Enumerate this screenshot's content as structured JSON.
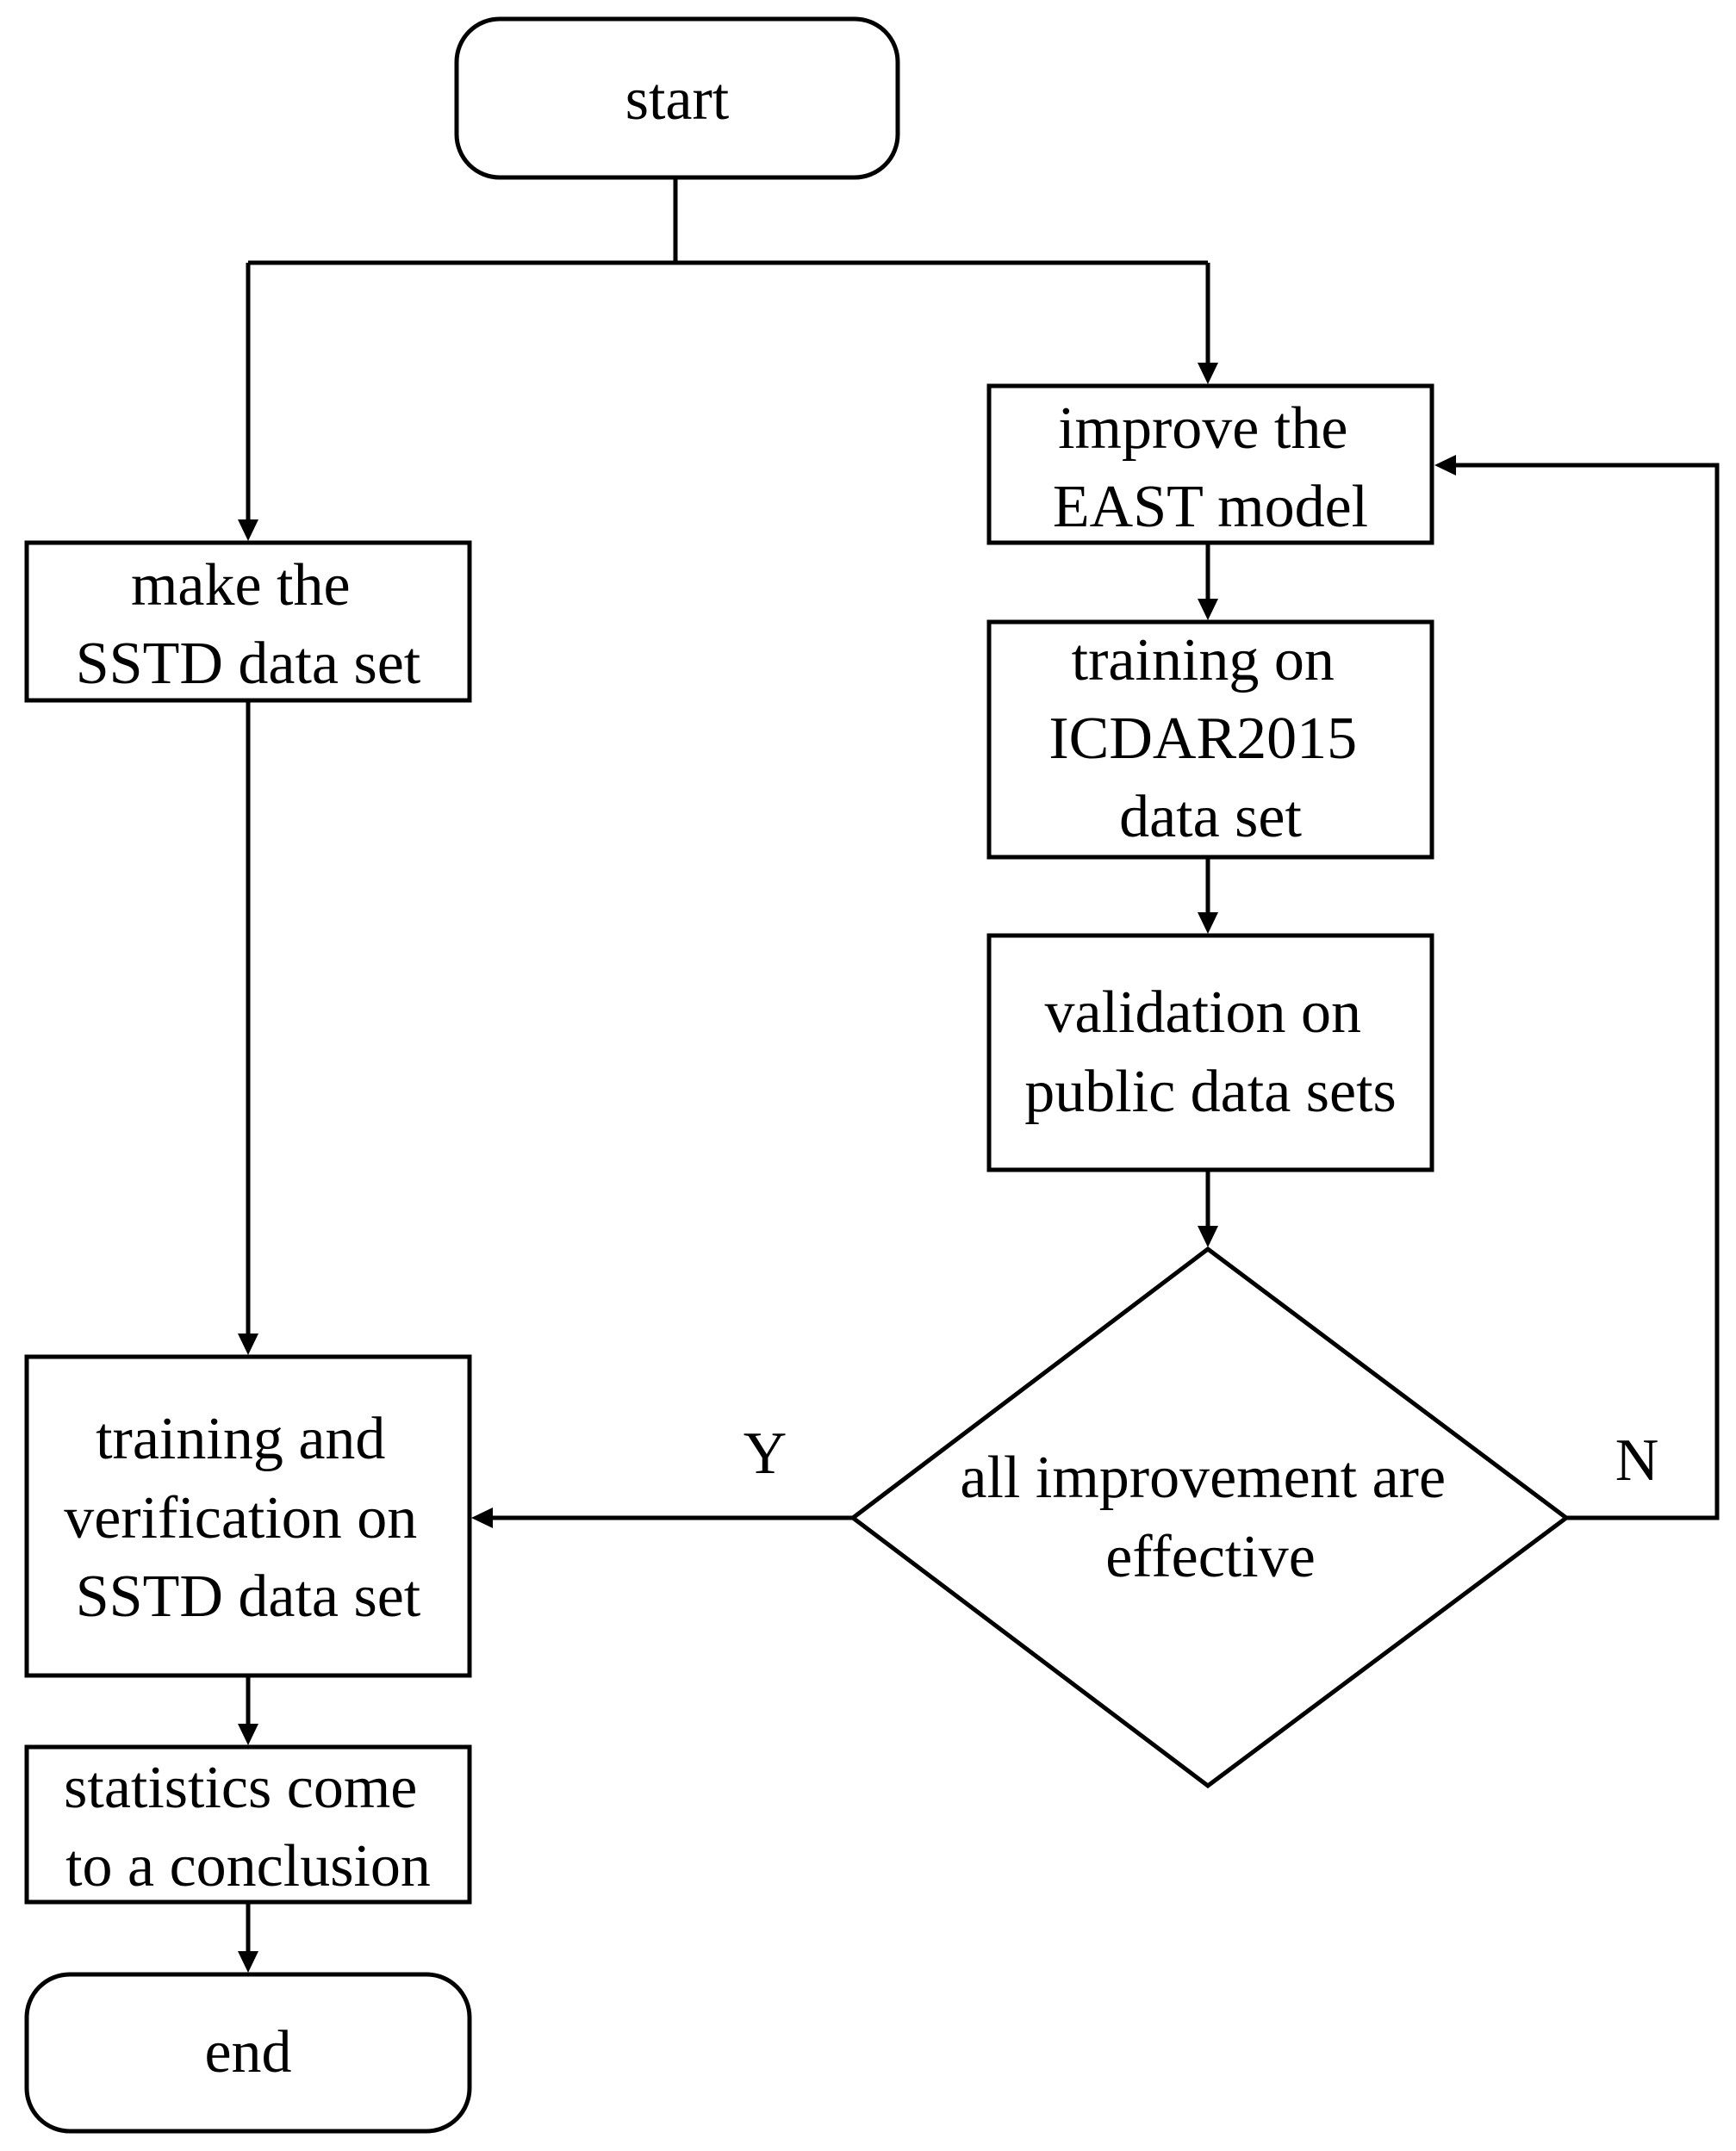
{
  "nodes": {
    "start": {
      "lines": [
        "start"
      ]
    },
    "make_dataset": {
      "lines": [
        "make the",
        "SSTD data set"
      ]
    },
    "improve_model": {
      "lines": [
        "improve the",
        "EAST model"
      ]
    },
    "training_icdar": {
      "lines": [
        "training on",
        "ICDAR2015",
        "data set"
      ]
    },
    "validation": {
      "lines": [
        "validation on",
        "public data sets"
      ]
    },
    "decision": {
      "lines": [
        "all improvement are",
        "effective"
      ]
    },
    "training_sstd": {
      "lines": [
        "training and",
        "verification on",
        "SSTD data set"
      ]
    },
    "statistics": {
      "lines": [
        "statistics come",
        "to a conclusion"
      ]
    },
    "end": {
      "lines": [
        "end"
      ]
    }
  },
  "edge_labels": {
    "yes": "Y",
    "no": "N"
  },
  "colors": {
    "stroke": "#000000",
    "fill": "#ffffff",
    "text": "#000000"
  }
}
